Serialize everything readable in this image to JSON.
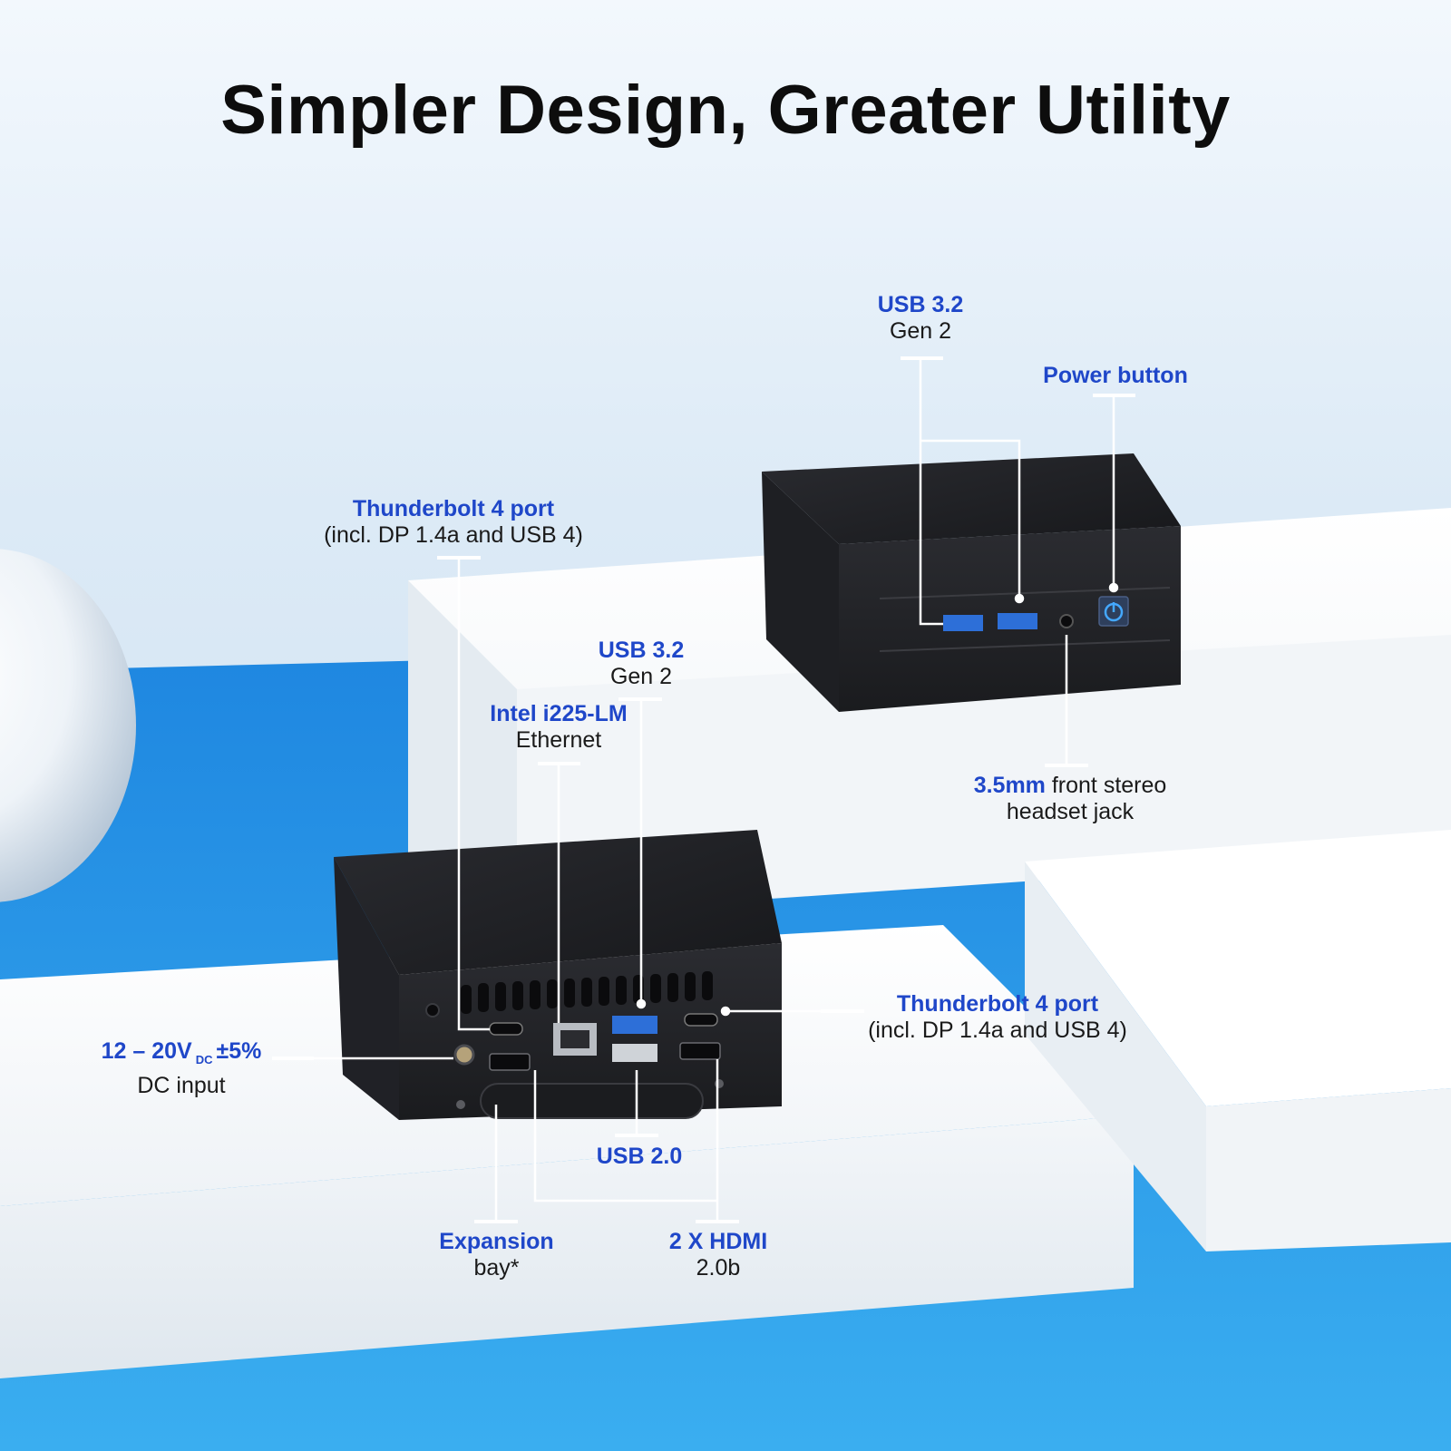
{
  "title": "Simpler Design, Greater Utility",
  "colors": {
    "accent": "#1f47c9",
    "floor_blue": "#1f8fe3",
    "block_white": "#f4f6f8",
    "device_black": "#1f2024",
    "callout_line": "#ffffff"
  },
  "labels": {
    "usb32_top": {
      "line1": "USB 3.2",
      "line2": "Gen 2"
    },
    "power_button": {
      "line1": "Power button"
    },
    "headset_jack": {
      "line1_bold": "3.5mm",
      "line1_rest": " front stereo",
      "line2": "headset jack"
    },
    "thunderbolt_left": {
      "line1": "Thunderbolt 4 port",
      "line2": "(incl. DP 1.4a and USB 4)"
    },
    "usb32_rear": {
      "line1": "USB 3.2",
      "line2": "Gen 2"
    },
    "ethernet": {
      "line1": "Intel i225-LM",
      "line2": "Ethernet"
    },
    "dc_input": {
      "value": "12 – 20V",
      "subscript": "DC",
      "tolerance": "±5%",
      "line2": "DC input"
    },
    "thunderbolt_right": {
      "line1": "Thunderbolt 4 port",
      "line2": "(incl. DP 1.4a and USB 4)"
    },
    "usb20": {
      "line1": "USB 2.0"
    },
    "expansion": {
      "line1": "Expansion",
      "line2": "bay*"
    },
    "hdmi": {
      "line1": "2 X HDMI",
      "line2": "2.0b"
    }
  },
  "icons": [
    "power-icon",
    "usb-ss-icon",
    "headphone-icon",
    "ethernet-icon",
    "hdmi-icon",
    "thunderbolt-icon",
    "dc-icon"
  ]
}
